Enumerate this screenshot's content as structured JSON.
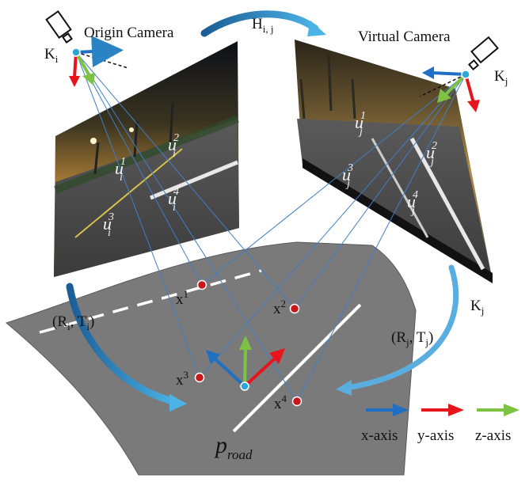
{
  "colors": {
    "x_axis": "#1f6fc4",
    "y_axis": "#e8141b",
    "z_axis": "#7dc242",
    "ray": "#3f7fc6",
    "road": "#7a7a7a",
    "point": "#c8161d",
    "camera_center": "#2aa7d8",
    "arrow": "#2a83c2"
  },
  "origin_camera": {
    "label": "Origin Camera",
    "k_base": "K",
    "k_sub": "i"
  },
  "virtual_camera": {
    "label": "Virtual Camera",
    "k_base": "K",
    "k_sub": "j",
    "k_side_base": "K",
    "k_side_sub": "j"
  },
  "homography": {
    "base": "H",
    "sub": "i, j"
  },
  "transform_left": {
    "open": "(R",
    "r_sub": "i",
    "mid": ", T",
    "t_sub": "i",
    "close": ")"
  },
  "transform_right": {
    "open": "(R",
    "r_sub": "j",
    "mid": ", T",
    "t_sub": "j",
    "close": ")"
  },
  "image_points_left": [
    {
      "base": "u",
      "sub": "i",
      "sup": "1"
    },
    {
      "base": "u",
      "sub": "i",
      "sup": "2"
    },
    {
      "base": "u",
      "sub": "i",
      "sup": "3"
    },
    {
      "base": "u",
      "sub": "i",
      "sup": "4"
    }
  ],
  "image_points_right": [
    {
      "base": "u",
      "sub": "j",
      "sup": "1"
    },
    {
      "base": "u",
      "sub": "j",
      "sup": "2"
    },
    {
      "base": "u",
      "sub": "j",
      "sup": "3"
    },
    {
      "base": "u",
      "sub": "j",
      "sup": "4"
    }
  ],
  "world_points": [
    {
      "base": "x",
      "sup": "1"
    },
    {
      "base": "x",
      "sup": "2"
    },
    {
      "base": "x",
      "sup": "3"
    },
    {
      "base": "x",
      "sup": "4"
    }
  ],
  "road_plane": {
    "base": "p",
    "sub": "road"
  },
  "legend": [
    {
      "label": "x-axis",
      "color": "#1f6fc4"
    },
    {
      "label": "y-axis",
      "color": "#e8141b"
    },
    {
      "label": "z-axis",
      "color": "#7dc242"
    }
  ]
}
